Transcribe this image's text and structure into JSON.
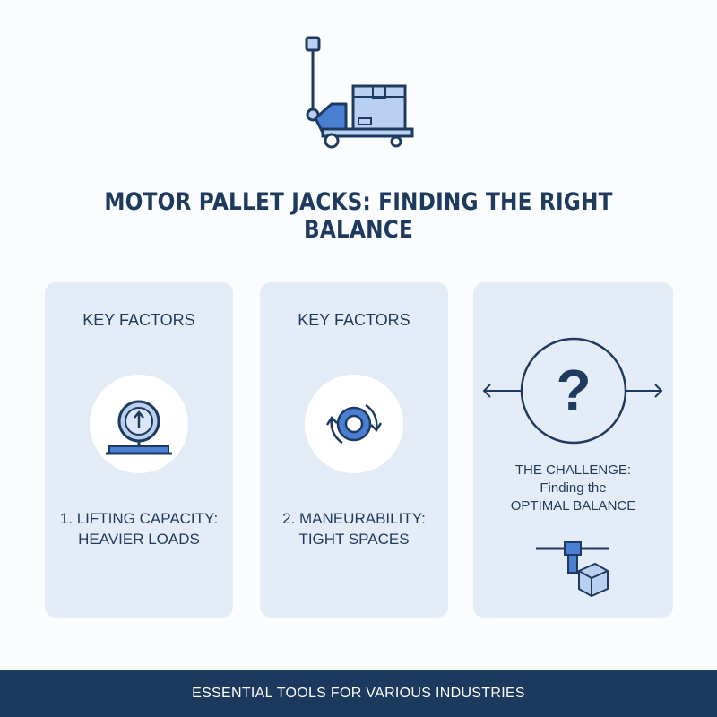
{
  "title": "MOTOR PALLET JACKS: FINDING THE RIGHT BALANCE",
  "cards": [
    {
      "heading": "KEY FACTORS",
      "icon": "scale-gauge-icon",
      "line1": "1. LIFTING CAPACITY:",
      "line2": "HEAVIER LOADS"
    },
    {
      "heading": "KEY FACTORS",
      "icon": "rotation-wheel-icon",
      "line1": "2. MANEURABILITY:",
      "line2": "TIGHT SPACES"
    }
  ],
  "challenge": {
    "icon": "question-mark-icon",
    "line1": "THE CHALLENGE:",
    "line2": "Finding the",
    "line3": "OPTIMAL BALANCE",
    "bottom_icon": "crane-box-icon"
  },
  "hero_icon": "pallet-jack-icon",
  "footer": "ESSENTIAL TOOLS FOR VARIOUS INDUSTRIES",
  "colors": {
    "navy": "#1f3a5f",
    "accent_blue": "#4a7fd4",
    "light_blue": "#b9d0f0",
    "card_bg": "#e4ecf7",
    "footer_bg": "#1c3a5e"
  }
}
